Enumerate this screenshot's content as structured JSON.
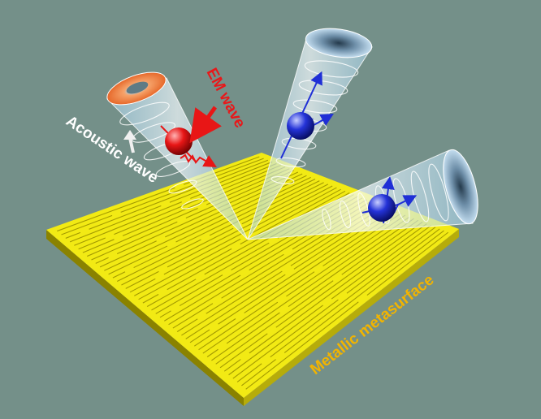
{
  "labels": {
    "em_wave": "EM wave",
    "acoustic_wave": "Acoustic wave",
    "metasurface": "Metallic metasurface"
  },
  "colors": {
    "background": "#749089",
    "metasurface": "#f2ea14",
    "em_label": "#e8181a",
    "acoustic_label": "#ffffff",
    "metasurface_label": "#f2b400",
    "red_particle": "#e81616",
    "blue_particle": "#1f2fd6"
  },
  "beams": [
    {
      "id": "left-beam",
      "particle": "red-particle"
    },
    {
      "id": "middle-beam",
      "particle": "blue-particle"
    },
    {
      "id": "right-beam",
      "particle": "blue-particle"
    }
  ]
}
